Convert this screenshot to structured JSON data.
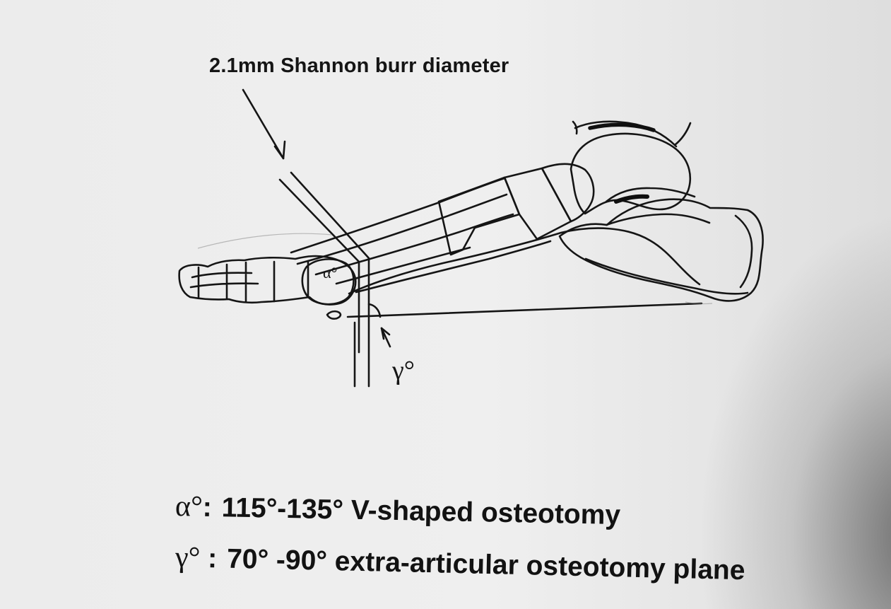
{
  "figure": {
    "burr_label": "2.1mm Shannon burr diameter",
    "alpha_symbol": "α°",
    "gamma_symbol": "γ°"
  },
  "legend": {
    "alpha": {
      "symbol": "α°",
      "separator": ":",
      "text": "115°-135° V-shaped osteotomy"
    },
    "gamma": {
      "symbol": "γ°",
      "separator": " :",
      "text": "70° -90° extra-articular osteotomy plane"
    }
  },
  "colors": {
    "ink": "#161616",
    "paper": "#ececec",
    "shadow": "#4b4b4b"
  }
}
